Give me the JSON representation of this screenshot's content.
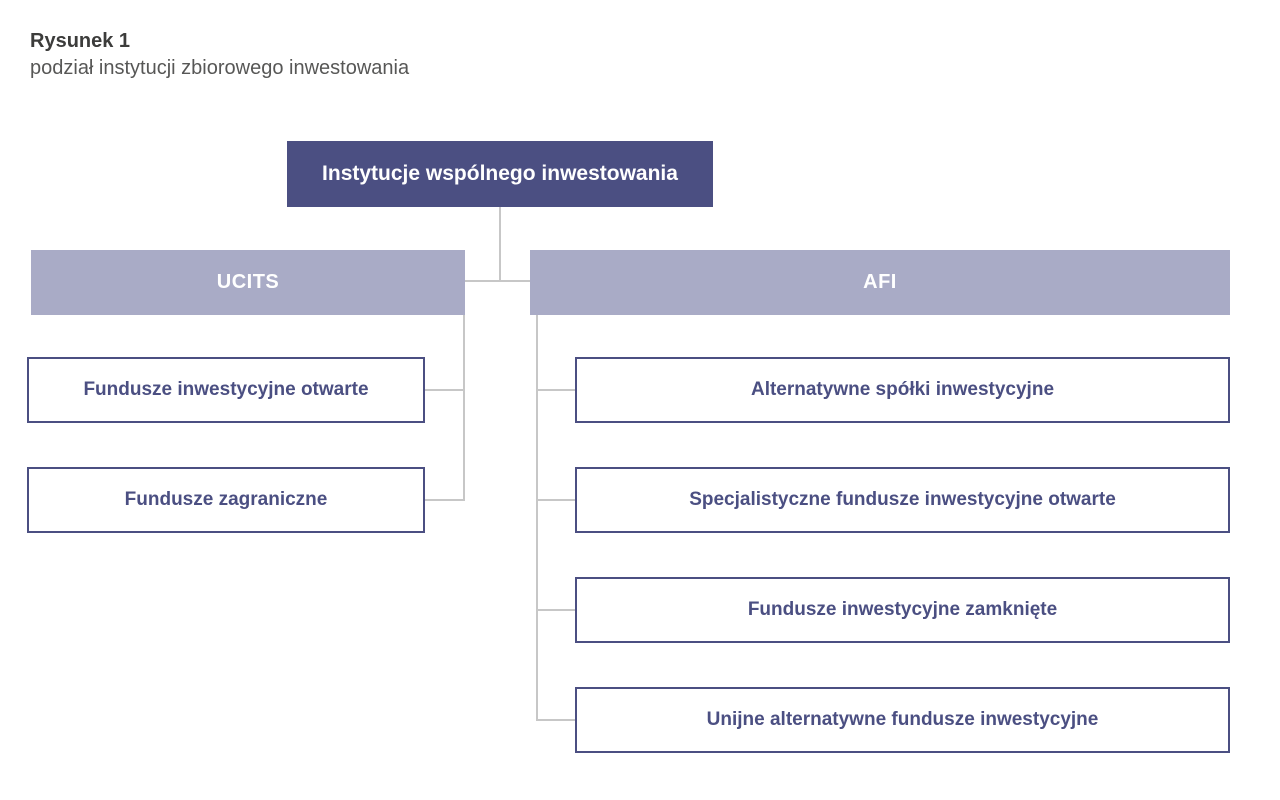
{
  "figure": {
    "label": "Rysunek 1",
    "caption": "podział instytucji zbiorowego inwestowania"
  },
  "tree": {
    "root": "Instytucje wspólnego inwestowania",
    "branches": [
      {
        "label": "UCITS",
        "children": [
          "Fundusze inwestycyjne otwarte",
          "Fundusze zagraniczne"
        ]
      },
      {
        "label": "AFI",
        "children": [
          "Alternatywne spółki inwestycyjne",
          "Specjalistyczne fundusze inwestycyjne otwarte",
          "Fundusze inwestycyjne zamknięte",
          "Unijne alternatywne fundusze inwestycyjne"
        ]
      }
    ]
  },
  "colors": {
    "page_bg": "#ffffff",
    "root_bg": "#4b4f82",
    "root_text": "#ffffff",
    "branch_bg": "#a9abc6",
    "branch_text": "#ffffff",
    "box_bg": "#ffffff",
    "box_border": "#4b4f82",
    "box_text": "#4b4f82",
    "connector": "#c7c7c7",
    "title_text": "#3c3c3b",
    "caption_text": "#575756"
  }
}
